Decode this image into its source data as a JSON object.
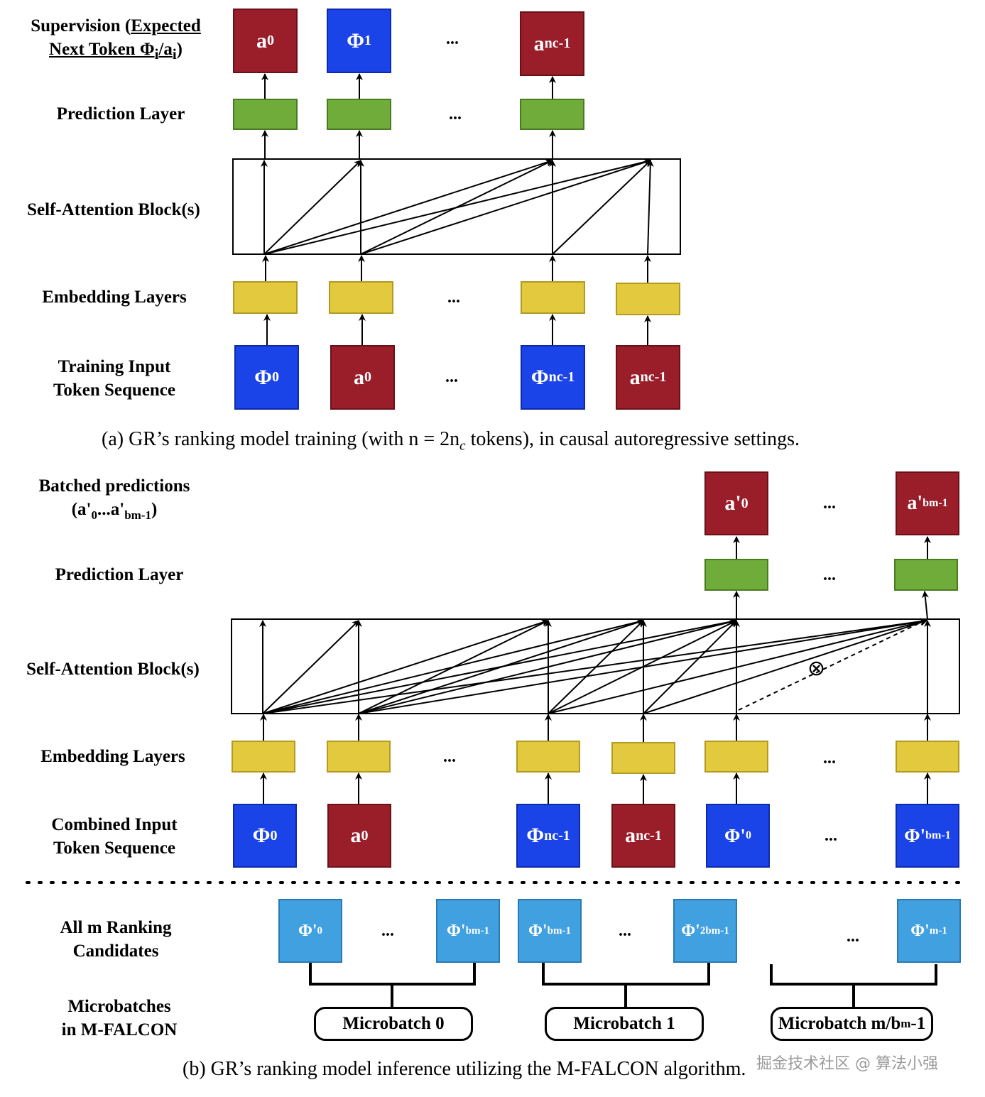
{
  "part_a": {
    "labels": {
      "supervision_1": "Supervision (",
      "supervision_u1": "Expected",
      "supervision_u2": "Next Token Φ",
      "supervision_sub_i": "i",
      "supervision_slash": "/a",
      "supervision_sub_i2": "i",
      "supervision_close": ")",
      "prediction": "Prediction Layer",
      "self_attention": "Self-Attention Block(s)",
      "embedding": "Embedding Layers",
      "training_input_1": "Training Input",
      "training_input_2": "Token Sequence"
    },
    "top_tokens": [
      {
        "main": "a",
        "sub": "0"
      },
      {
        "main": "Φ",
        "sub": "1"
      },
      {
        "main": "a",
        "sub": "nc-1"
      }
    ],
    "input_tokens": [
      {
        "main": "Φ",
        "sub": "0"
      },
      {
        "main": "a",
        "sub": "0"
      },
      {
        "main": "Φ",
        "sub": "nc-1"
      },
      {
        "main": "a",
        "sub": "nc-1"
      }
    ],
    "ellipsis": "...",
    "caption": "(a) GR’s ranking model training (with n = 2n",
    "caption_sub": "c",
    "caption_tail": " tokens), in causal autoregressive settings."
  },
  "part_b": {
    "labels": {
      "batched_1": "Batched predictions",
      "batched_2": "(a'",
      "batched_sub0": "0",
      "batched_mid": "...a'",
      "batched_subb": "bm-1",
      "batched_close": ")",
      "prediction": "Prediction Layer",
      "self_attention": "Self-Attention Block(s)",
      "embedding": "Embedding Layers",
      "combined_1": "Combined Input",
      "combined_2": "Token Sequence",
      "ranking_1": "All m Ranking",
      "ranking_2": "Candidates",
      "micro_1": "Microbatches",
      "micro_2": "in M-FALCON"
    },
    "top_tokens": [
      {
        "main": "a'",
        "sub": "0"
      },
      {
        "main": "a'",
        "sub": "bm-1"
      }
    ],
    "input_tokens": [
      {
        "main": "Φ",
        "sub": "0"
      },
      {
        "main": "a",
        "sub": "0"
      },
      {
        "main": "Φ",
        "sub": "nc-1"
      },
      {
        "main": "a",
        "sub": "nc-1"
      },
      {
        "main": "Φ'",
        "sub": "0"
      },
      {
        "main": "Φ'",
        "sub": "bm-1"
      }
    ],
    "candidates": [
      {
        "main": "Φ'",
        "sub": "0"
      },
      {
        "main": "Φ'",
        "sub": "bm-1"
      },
      {
        "main": "Φ'",
        "sub": "bm-1"
      },
      {
        "main": "Φ'",
        "sub": "2bm-1"
      },
      {
        "main": "Φ'",
        "sub": "m-1"
      }
    ],
    "microbatches": [
      {
        "label": "Microbatch 0"
      },
      {
        "label": "Microbatch 1"
      },
      {
        "label": "Microbatch m/b",
        "sub": "m",
        "tail": "-1"
      }
    ],
    "mask_symbol": "⊗",
    "ellipsis": "...",
    "caption": "(b) GR’s ranking model inference utilizing the M-FALCON algorithm."
  },
  "watermark": "掘金技术社区 @ 算法小强",
  "colors": {
    "action_token": "#9a1d2a",
    "item_token": "#1a43e8",
    "candidate_token": "#41a0df",
    "prediction_layer": "#6fac3a",
    "embedding_layer": "#e2c93e"
  }
}
